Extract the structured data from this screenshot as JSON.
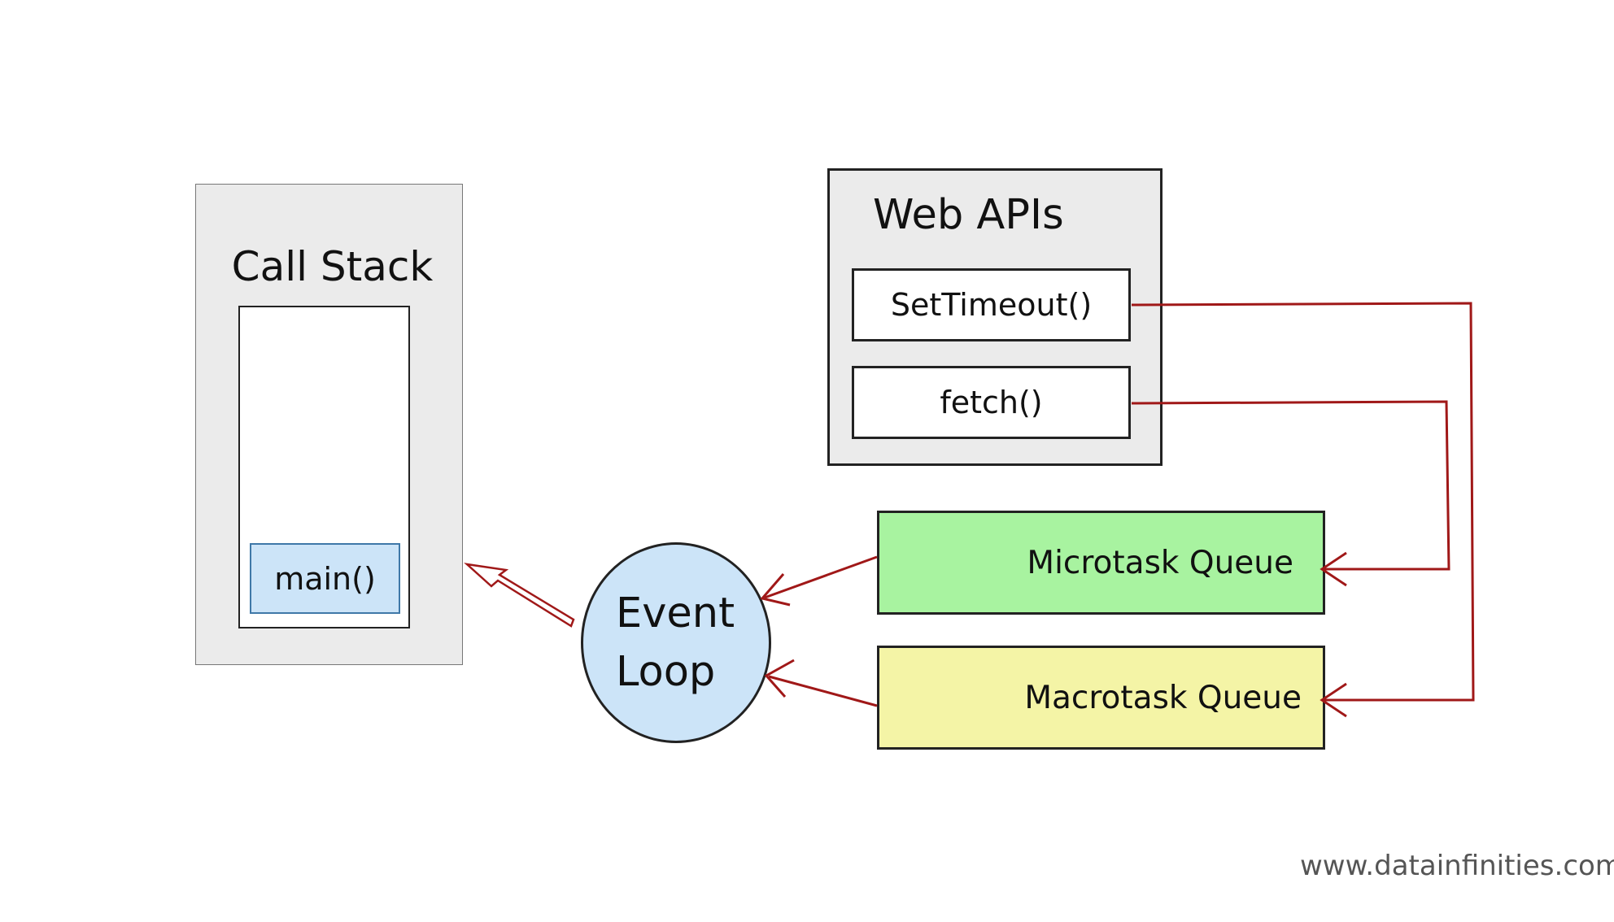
{
  "diagram": {
    "call_stack": {
      "title": "Call Stack",
      "frames": [
        "main()"
      ]
    },
    "web_apis": {
      "title": "Web APIs",
      "functions": [
        "SetTimeout()",
        "fetch()"
      ]
    },
    "queues": {
      "microtask": "Microtask Queue",
      "macrotask": "Macrotask Queue"
    },
    "event_loop": {
      "line1": "Event",
      "line2": "Loop"
    },
    "watermark": "www.datainfinities.com",
    "colors": {
      "panel_gray": "#ebebeb",
      "main_frame": "#cce4f8",
      "event_loop": "#cce4f8",
      "microtask": "#a8f3a0",
      "macrotask": "#f4f4a6",
      "connector": "#a01818"
    }
  }
}
